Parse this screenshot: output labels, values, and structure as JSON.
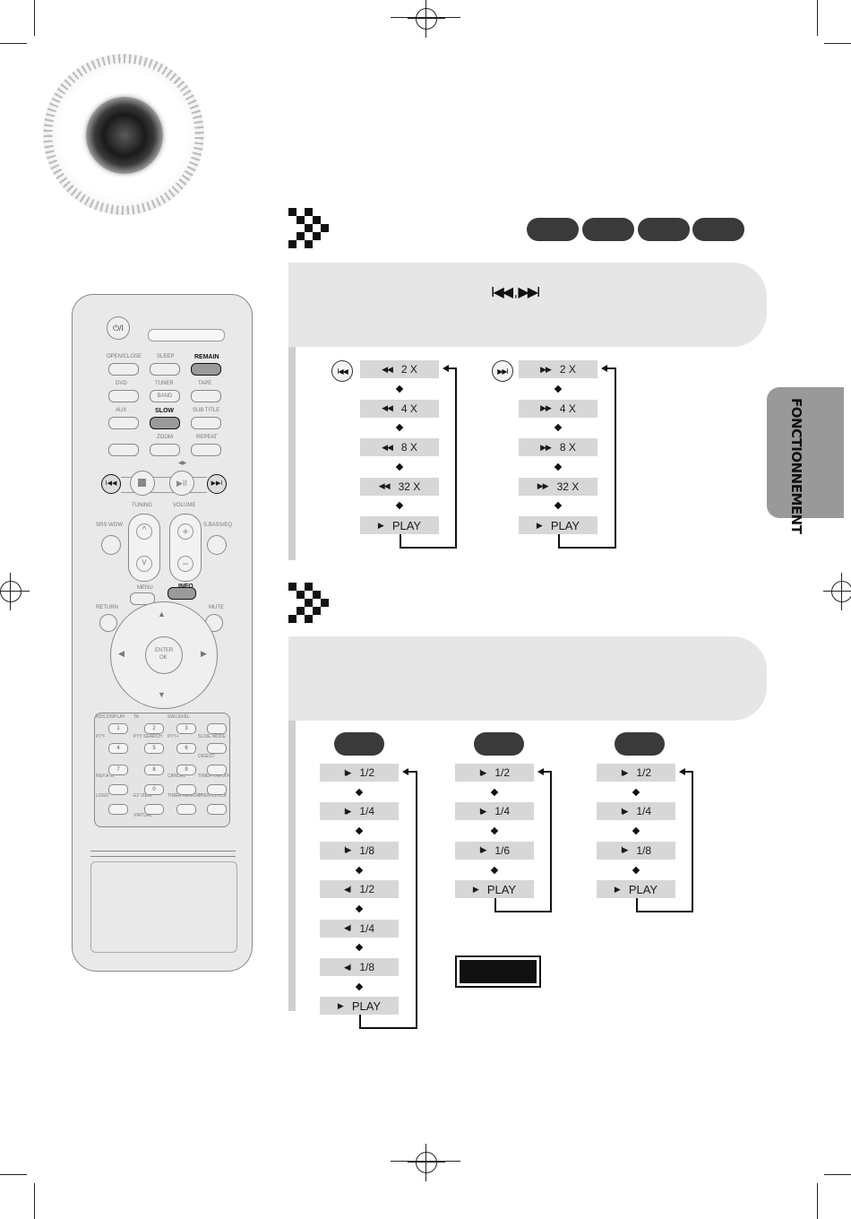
{
  "remote": {
    "power_label": "⏻/I",
    "row1": [
      "OPEN/CLOSE",
      "SLEEP",
      "REMAIN"
    ],
    "row2": [
      "DVD",
      "TUNER",
      "TAPE"
    ],
    "row2b": [
      "",
      "BAND",
      ""
    ],
    "row3": [
      "AUX",
      "SLOW",
      "SUB TITLE"
    ],
    "row4": [
      "",
      "ZOOM",
      "REPEAT"
    ],
    "play_pause": "◀▶",
    "tuning": "TUNING",
    "volume": "VOLUME",
    "srs_wow": "SRS WOW",
    "s_bass": "S.BASS/EQ",
    "menu": "MENU",
    "info": "INFO",
    "return": "RETURN",
    "mute": "MUTE",
    "enter": "ENTER",
    "ok": "OK",
    "keypad_labels": [
      [
        "RDS DISPLAY",
        "TA",
        "SW.LEVEL"
      ],
      [
        "PTY-",
        "PTY SEARCH",
        "PTY+",
        "SLIDE MODE"
      ],
      [
        "",
        "",
        "",
        "DIGEST"
      ],
      [
        "REP.A–B",
        "",
        "CANCEL",
        "TIMER ON/OFF"
      ],
      [
        "LOGO",
        "EZ VIEW",
        "TIMER MEMORY",
        "THEN CLOCK"
      ],
      [
        "",
        "VIRTUAL",
        "",
        ""
      ]
    ],
    "keys": [
      "1",
      "2",
      "3",
      "4",
      "5",
      "6",
      "7",
      "8",
      "9",
      "0"
    ]
  },
  "search": {
    "skip_glyph": "I◀◀ , ▶▶I",
    "back_button": "I◀◀",
    "fwd_button": "▶▶I",
    "back_steps": [
      "2 X",
      "4 X",
      "8 X",
      "32 X",
      "PLAY"
    ],
    "fwd_steps": [
      "2 X",
      "4 X",
      "8 X",
      "32 X",
      "PLAY"
    ],
    "back_glyph": "◀◀",
    "fwd_glyph": "▶▶",
    "play_glyph": "▶"
  },
  "slow": {
    "col1": [
      {
        "g": "I▶",
        "t": "1/2"
      },
      {
        "g": "I▶",
        "t": "1/4"
      },
      {
        "g": "I▶",
        "t": "1/8"
      },
      {
        "g": "◀I",
        "t": "1/2"
      },
      {
        "g": "◀I",
        "t": "1/4"
      },
      {
        "g": "◀I",
        "t": "1/8"
      },
      {
        "g": "▶",
        "t": "PLAY"
      }
    ],
    "col2": [
      {
        "g": "I▶",
        "t": "1/2"
      },
      {
        "g": "I▶",
        "t": "1/4"
      },
      {
        "g": "I▶",
        "t": "1/6"
      },
      {
        "g": "▶",
        "t": "PLAY"
      }
    ],
    "col3": [
      {
        "g": "I▶",
        "t": "1/2"
      },
      {
        "g": "I▶",
        "t": "1/4"
      },
      {
        "g": "I▶",
        "t": "1/8"
      },
      {
        "g": "▶",
        "t": "PLAY"
      }
    ]
  },
  "side_tab": "FONCTIONNEMENT"
}
